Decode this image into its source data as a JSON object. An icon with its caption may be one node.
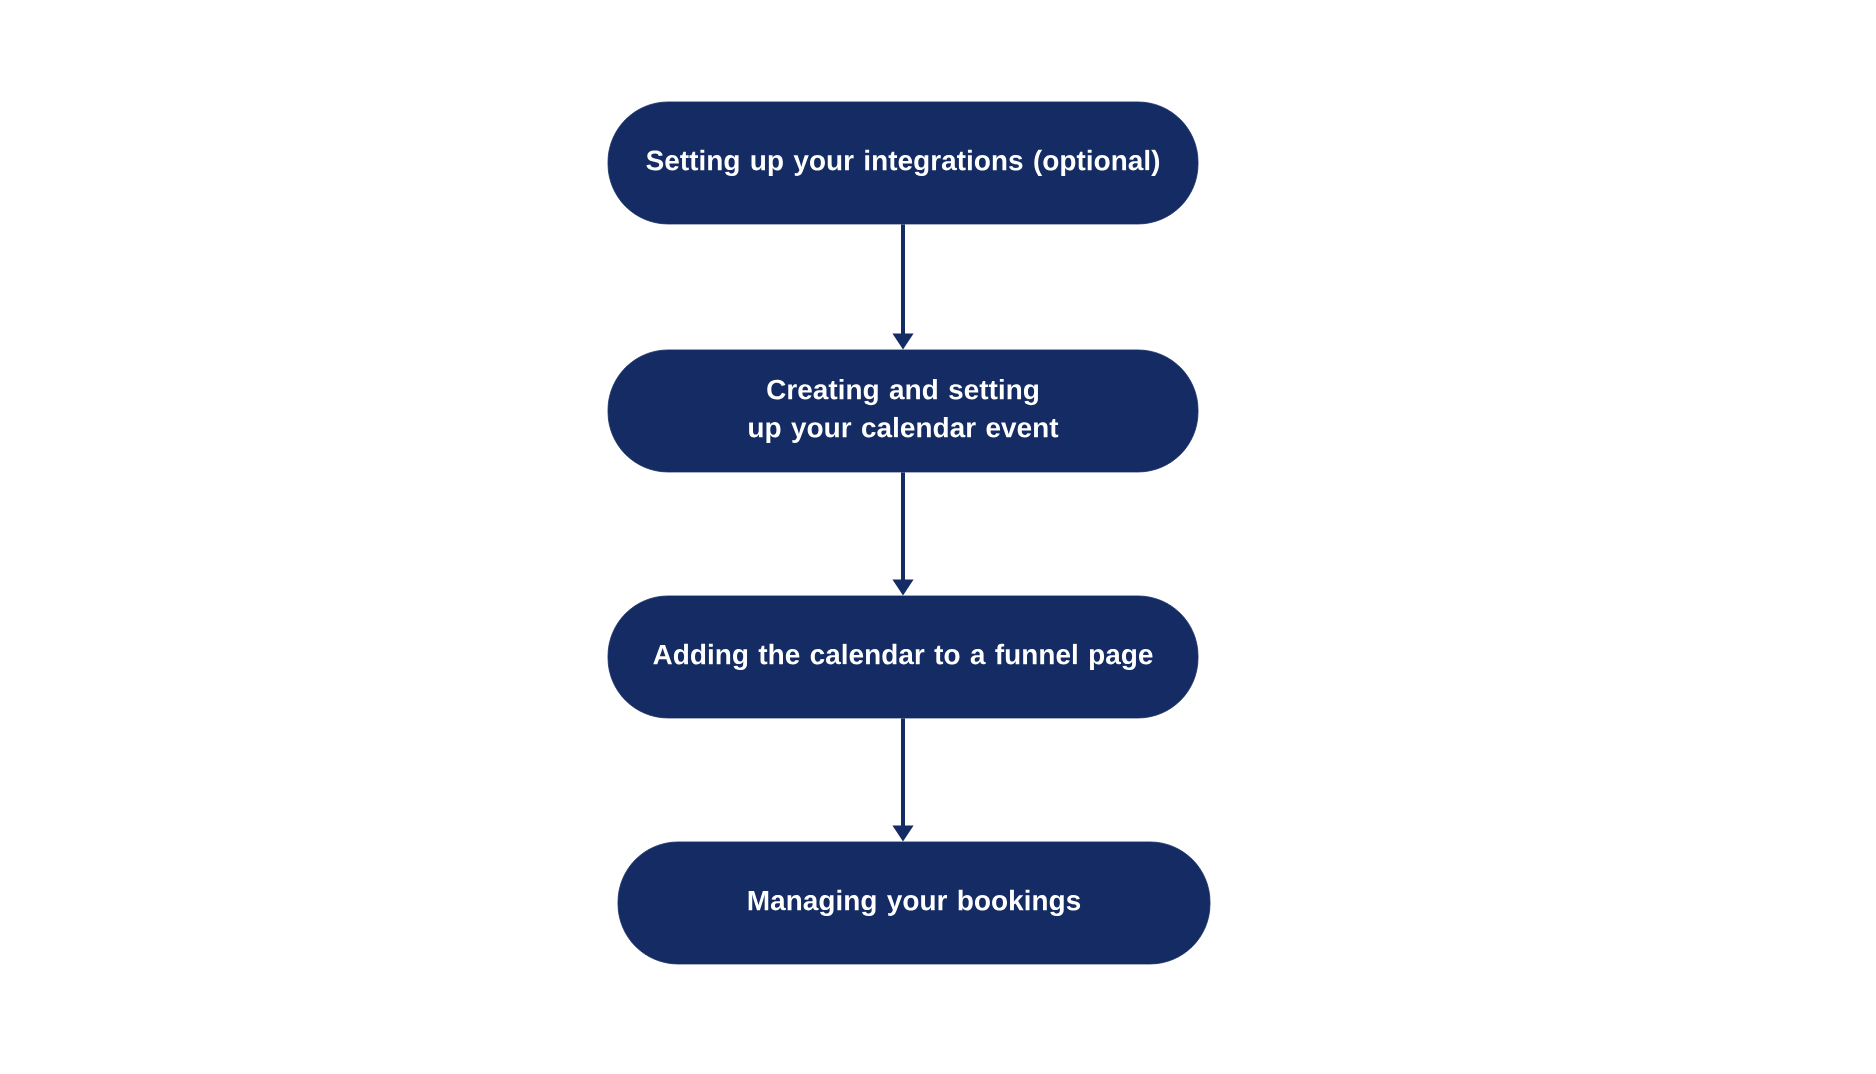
{
  "diagram": {
    "nodes": [
      {
        "text": [
          "Setting up your integrations (optional)"
        ]
      },
      {
        "text": [
          "Creating and setting up your calendar event"
        ]
      },
      {
        "text": [
          "Adding the calendar to a funnel page"
        ]
      },
      {
        "text": [
          "Managing your bookings"
        ]
      }
    ],
    "edges": [
      {
        "from": 0,
        "to": 1,
        "arrow": "to"
      },
      {
        "from": 1,
        "to": 2,
        "arrow": "to"
      },
      {
        "from": 2,
        "to": 3,
        "arrow": "to"
      }
    ]
  }
}
